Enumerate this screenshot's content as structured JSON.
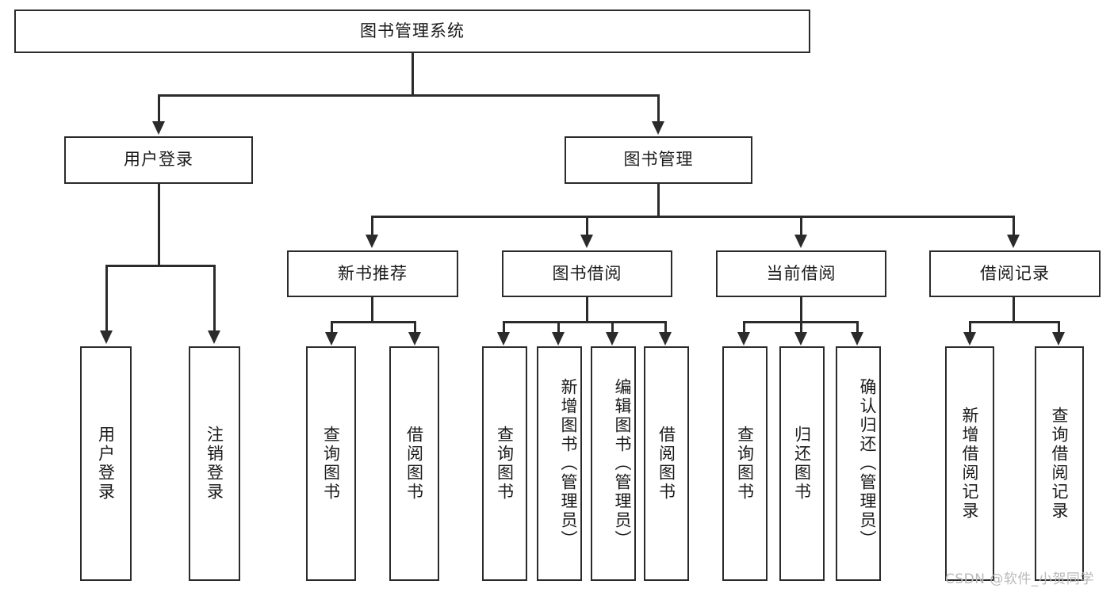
{
  "diagram": {
    "type": "hierarchy-tree",
    "title": "图书管理系统",
    "levels": [
      {
        "level": 1,
        "nodes": [
          {
            "id": "root",
            "label": "图书管理系统",
            "orientation": "horizontal"
          }
        ]
      },
      {
        "level": 2,
        "nodes": [
          {
            "id": "login",
            "label": "用户登录",
            "orientation": "horizontal",
            "parent": "root"
          },
          {
            "id": "bookmgmt",
            "label": "图书管理",
            "orientation": "horizontal",
            "parent": "root"
          }
        ]
      },
      {
        "level": 3,
        "nodes": [
          {
            "id": "newbook",
            "label": "新书推荐",
            "orientation": "horizontal",
            "parent": "bookmgmt"
          },
          {
            "id": "borrow",
            "label": "图书借阅",
            "orientation": "horizontal",
            "parent": "bookmgmt"
          },
          {
            "id": "current",
            "label": "当前借阅",
            "orientation": "horizontal",
            "parent": "bookmgmt"
          },
          {
            "id": "records",
            "label": "借阅记录",
            "orientation": "horizontal",
            "parent": "bookmgmt"
          }
        ]
      },
      {
        "level": 4,
        "nodes": [
          {
            "id": "leaf1",
            "label": "用户登录",
            "orientation": "vertical",
            "parent": "login"
          },
          {
            "id": "leaf2",
            "label": "注销登录",
            "orientation": "vertical",
            "parent": "login"
          },
          {
            "id": "leaf3",
            "label": "查询图书",
            "orientation": "vertical",
            "parent": "newbook"
          },
          {
            "id": "leaf4",
            "label": "借阅图书",
            "orientation": "vertical",
            "parent": "newbook"
          },
          {
            "id": "leaf5",
            "label": "查询图书",
            "orientation": "vertical",
            "parent": "borrow"
          },
          {
            "id": "leaf6",
            "label": "新增图书（管理员）",
            "orientation": "vertical",
            "parent": "borrow"
          },
          {
            "id": "leaf7",
            "label": "编辑图书（管理员）",
            "orientation": "vertical",
            "parent": "borrow"
          },
          {
            "id": "leaf8",
            "label": "借阅图书",
            "orientation": "vertical",
            "parent": "borrow"
          },
          {
            "id": "leaf9",
            "label": "查询图书",
            "orientation": "vertical",
            "parent": "current"
          },
          {
            "id": "leaf10",
            "label": "归还图书",
            "orientation": "vertical",
            "parent": "current"
          },
          {
            "id": "leaf11",
            "label": "确认归还（管理员）",
            "orientation": "vertical",
            "parent": "current"
          },
          {
            "id": "leaf12",
            "label": "新增借阅记录",
            "orientation": "vertical",
            "parent": "records"
          },
          {
            "id": "leaf13",
            "label": "查询借阅记录",
            "orientation": "vertical",
            "parent": "records"
          }
        ]
      }
    ]
  },
  "watermark": {
    "text": "CSDN @软件_小贺同学"
  },
  "colors": {
    "stroke": "#2b2b2b",
    "fill": "#ffffff",
    "text": "#1a1a1a",
    "watermark": "#b9b9b9"
  }
}
